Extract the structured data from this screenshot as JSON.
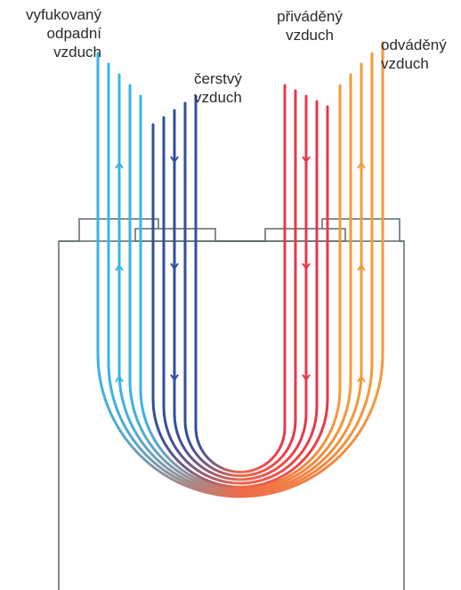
{
  "labels": {
    "exhaust": [
      "vyfukovaný",
      "odpadní",
      "vzduch"
    ],
    "fresh": [
      "čerstvý",
      "vzduch"
    ],
    "supply": [
      "přiváděný",
      "vzduch"
    ],
    "extract": [
      "odváděný",
      "vzduch"
    ]
  },
  "colors": {
    "exhaust": "#38b4e4",
    "fresh": "#2f4fa0",
    "supply": "#e8374a",
    "extract": "#f39a3a",
    "mix": "#ef6a4a",
    "housing": "#5a6a6a"
  }
}
